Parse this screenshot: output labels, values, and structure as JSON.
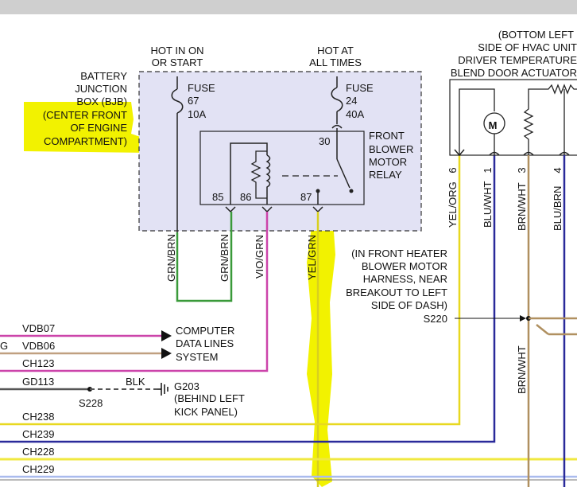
{
  "colors": {
    "highlight": "#f2f200",
    "box_fill": "#e2e2f4",
    "green": "#3a9a3a",
    "violet": "#cc44aa",
    "yellow": "#e8d820",
    "blue": "#2a2a9a",
    "brown": "#b09060",
    "tan": "#c0a080",
    "grey": "#555555",
    "light_blue": "#aabbee"
  },
  "headings": {
    "hot_on_start": [
      "HOT IN ON",
      "OR START"
    ],
    "hot_all_times": [
      "HOT AT",
      "ALL TIMES"
    ],
    "bjb": [
      "BATTERY",
      "JUNCTION",
      "BOX (BJB)",
      "(CENTER FRONT",
      "OF ENGINE",
      "COMPARTMENT)"
    ],
    "hvac": [
      "(BOTTOM LEFT",
      "SIDE OF HVAC UNIT",
      "DRIVER TEMPERATURE",
      "BLEND DOOR ACTUATOR"
    ]
  },
  "fuse67": [
    "FUSE",
    "67",
    "10A"
  ],
  "fuse24": [
    "FUSE",
    "24",
    "40A"
  ],
  "relay": {
    "label": [
      "FRONT",
      "BLOWER",
      "MOTOR",
      "RELAY"
    ],
    "pin_30": "30",
    "pin_85": "85",
    "pin_86": "86",
    "pin_87": "87"
  },
  "wires": {
    "grn_brn_a": "GRN/BRN",
    "grn_brn_b": "GRN/BRN",
    "vio_grn": "VIO/GRN",
    "yel_grn": "YEL/GRN",
    "yel_org": "YEL/ORG",
    "blu_wht": "BLU/WHT",
    "brn_wht": "BRN/WHT",
    "blu_brn": "BLU/BRN",
    "brn_wht_lower": "BRN/WHT"
  },
  "actuator": {
    "motor": "M",
    "pin_6": "6",
    "pin_1": "1",
    "pin_3": "3",
    "pin_4": "4"
  },
  "splice": {
    "note": [
      "(IN FRONT HEATER",
      "BLOWER MOTOR",
      "HARNESS, NEAR",
      "BREAKOUT TO LEFT",
      "SIDE OF DASH)"
    ],
    "id": "S220"
  },
  "circuits": {
    "vdb07": "VDB07",
    "vdb06": "VDB06",
    "ch123": "CH123",
    "gd113": "GD113",
    "ch238": "CH238",
    "ch239": "CH239",
    "ch228": "CH228",
    "ch229": "CH229"
  },
  "data_lines": [
    "COMPUTER",
    "DATA LINES",
    "SYSTEM"
  ],
  "ground": {
    "wire": "BLK",
    "splice": "S228",
    "id": "G203",
    "note": [
      "(BEHIND LEFT",
      "KICK PANEL)"
    ]
  },
  "left_fragment": "G"
}
